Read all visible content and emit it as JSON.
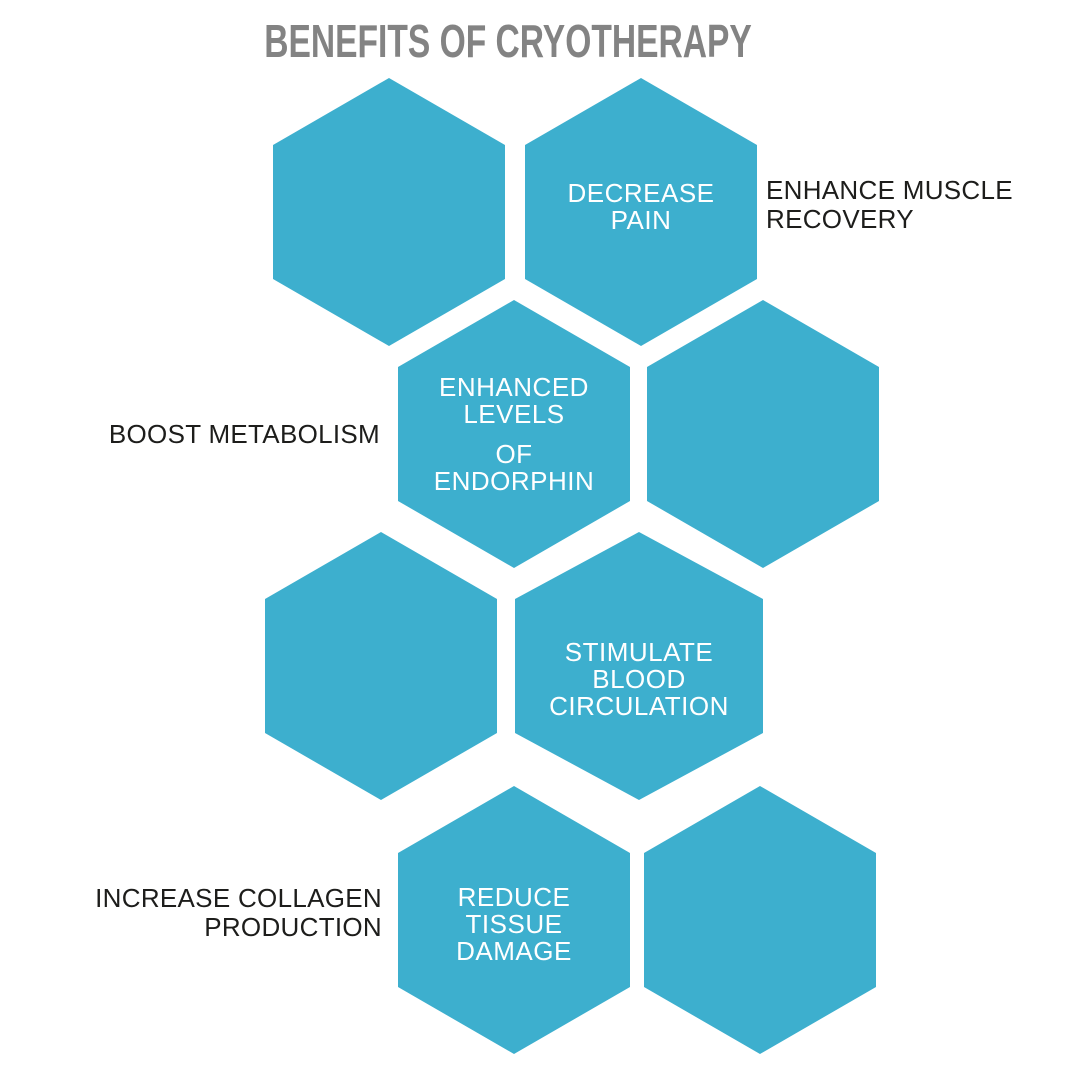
{
  "title": "BENEFITS OF CRYOTHERAPY",
  "colors": {
    "background": "#FFFFFF",
    "hexagon": "#3DAFCE",
    "hexagon_text": "#FFFFFF",
    "title_text": "#838383",
    "label_text": "#1D1D1B"
  },
  "hexagons": [
    {
      "id": "row1-left",
      "lines": []
    },
    {
      "id": "row1-right",
      "lines": [
        "DECREASE",
        "PAIN"
      ]
    },
    {
      "id": "row2-left",
      "lines": [
        "ENHANCED",
        "LEVELS",
        "OF",
        "ENDORPHIN"
      ]
    },
    {
      "id": "row2-right",
      "lines": []
    },
    {
      "id": "row3-left",
      "lines": []
    },
    {
      "id": "row3-right",
      "lines": [
        "STIMULATE",
        "BLOOD",
        "CIRCULATION"
      ]
    },
    {
      "id": "row4-left",
      "lines": [
        "REDUCE",
        "TISSUE",
        "DAMAGE"
      ]
    },
    {
      "id": "row4-right",
      "lines": []
    }
  ],
  "side_labels": [
    {
      "id": "enhance-muscle-recovery",
      "lines": [
        "ENHANCE MUSCLE",
        "RECOVERY"
      ]
    },
    {
      "id": "boost-metabolism",
      "lines": [
        "BOOST METABOLISM"
      ]
    },
    {
      "id": "increase-collagen-production",
      "lines": [
        "INCREASE COLLAGEN",
        "PRODUCTION"
      ]
    }
  ]
}
